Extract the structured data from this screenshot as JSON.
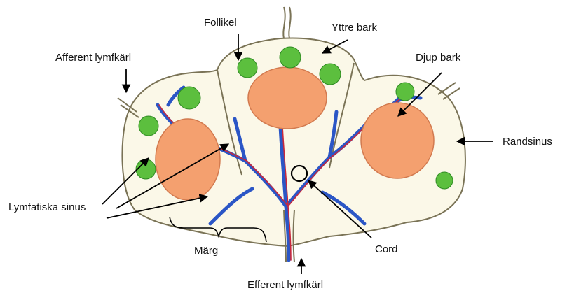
{
  "labels": {
    "afferent": "Afferent lymfkärl",
    "follikel": "Follikel",
    "yttre_bark": "Yttre bark",
    "djup_bark": "Djup bark",
    "randsinus": "Randsinus",
    "lymfatiska_sinus": "Lymfatiska sinus",
    "marg": "Märg",
    "cord": "Cord",
    "efferent": "Efferent lymfkärl"
  },
  "colors": {
    "capsule_fill": "#fbf8e8",
    "capsule_stroke": "#7a7356",
    "follicle": "#5cbf3e",
    "follicle_dark": "#2e8a22",
    "deep_cortex": "#f4a06f",
    "deep_cortex_edge": "#d27a4f",
    "vessel_blue": "#2b56c6",
    "vessel_red": "#c8283c",
    "arrow": "#000000"
  }
}
